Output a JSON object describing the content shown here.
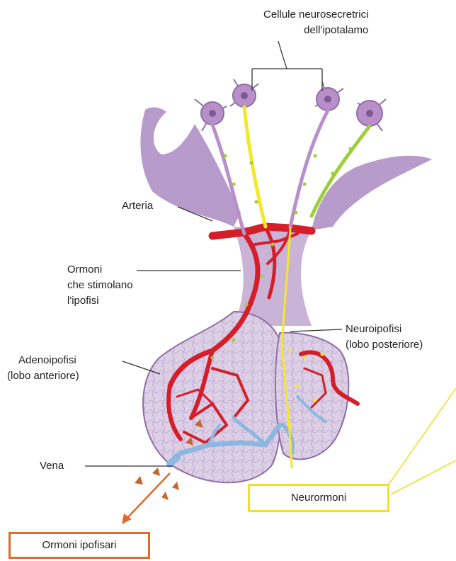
{
  "labels": {
    "cellule": [
      "Cellule neurosecretrici",
      "dell'ipotalamo"
    ],
    "arteria": "Arteria",
    "ormoni_stimolano": [
      "Ormoni",
      "che stimolano",
      "l'ipofisi"
    ],
    "neuroipofisi": [
      "Neuroipofisi",
      "(lobo posteriore)"
    ],
    "adenoipofisi": [
      "Adenoipofisi",
      "(lobo anteriore)"
    ],
    "vena": "Vena",
    "neurormoni": "Neurormoni",
    "ormoni_ipofisari": "Ormoni ipofisari"
  },
  "colors": {
    "gland_fill": "#c9b3d6",
    "gland_stroke": "#8f6fa6",
    "artery": "#d41f2b",
    "vein": "#8cb8e0",
    "neuron_fill": "#b98fc9",
    "axon_yellow": "#f4e82d",
    "axon_green": "#9ccf3a",
    "neurormoni_box": "#f2df2a",
    "ipofisari_box": "#e0692c",
    "ipofisari_arrow": "#e0692c",
    "hormone_triangle": "#c8662a"
  }
}
